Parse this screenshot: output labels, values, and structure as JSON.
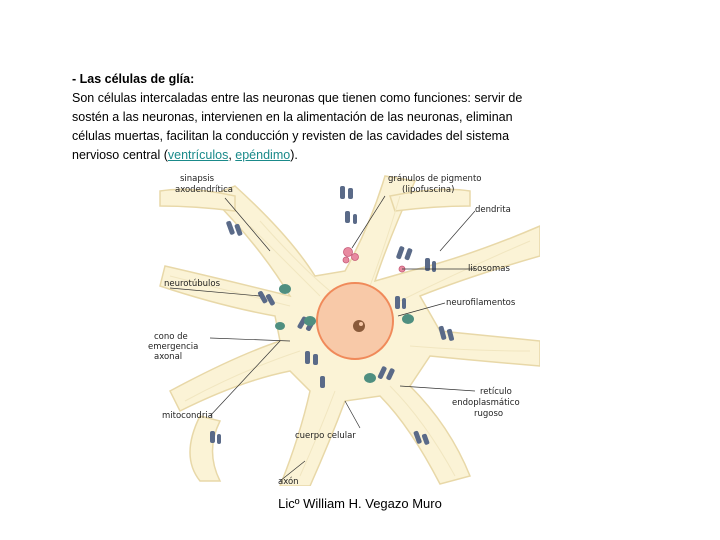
{
  "text": {
    "heading": "- Las células de glía:",
    "line1": "Son células intercaladas entre las neuronas que tienen como funciones: servir de",
    "line2": "sostén a las neuronas, intervienen en la alimentación de las neuronas, eliminan",
    "line3": "células muertas, facilitan la conducción y revisten de las cavidades del sistema",
    "line4_prefix": "nervioso central (",
    "link1": "ventrículos",
    "sep": ", ",
    "link2": "epéndimo",
    "line4_suffix": ")."
  },
  "figure": {
    "labels": {
      "sinapsis": "sinapsis",
      "axodendritica": "axodendrítica",
      "granulos1": "gránulos de pigmento",
      "granulos2": "(lipofuscina)",
      "dendrita": "dendrita",
      "lisosomas": "lisosomas",
      "neurotubulos": "neurotúbulos",
      "neurofilamentos": "neurofilamentos",
      "cono1": "cono de",
      "cono2": "emergencia",
      "cono3": "axonal",
      "reticulo1": "retículo",
      "reticulo2": "endoplasmático",
      "reticulo3": "rugoso",
      "mitocondria": "mitocondria",
      "cuerpo": "cuerpo celular",
      "axon": "axón"
    },
    "colors": {
      "cytoplasm": "#fbf3d6",
      "outline": "#e8d8a8",
      "nucleus": "#f8c9a8",
      "nucleus_edge": "#f08a5a",
      "organelle": "#5a6a88",
      "mito": "#4f8f80",
      "lyso": "#e88aa0"
    }
  },
  "footer": "Licº William H. Vegazo Muro"
}
